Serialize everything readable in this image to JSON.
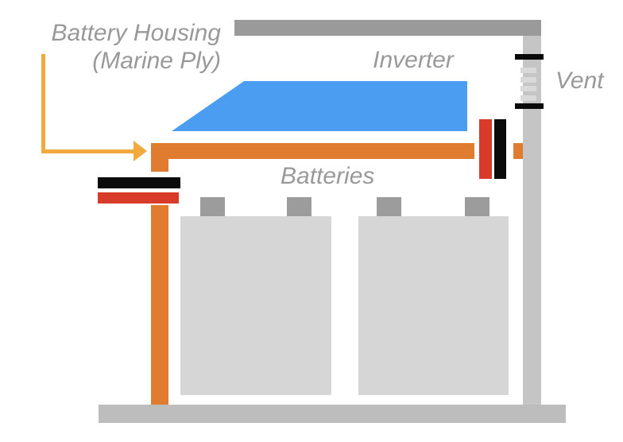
{
  "diagram": {
    "labels": {
      "battery_housing_line1": "Battery Housing",
      "battery_housing_line2": "(Marine Ply)",
      "inverter": "Inverter",
      "vent": "Vent",
      "batteries": "Batteries"
    },
    "colors": {
      "label_text": "#999999",
      "arrow_amber": "#F2A93D",
      "pipe_orange": "#E07C30",
      "terminal_red": "#D93B2B",
      "terminal_black": "#0A0A0A",
      "inverter_blue": "#4A9DF0",
      "roof_gray": "#9A9A9A",
      "wall_gray": "#C5C5C5",
      "vent_slat_gray": "#D9D9D9",
      "battery_gray": "#D6D6D6",
      "battery_terminal_gray": "#9C9C9C",
      "floor_gray": "#BDBDBD"
    }
  }
}
